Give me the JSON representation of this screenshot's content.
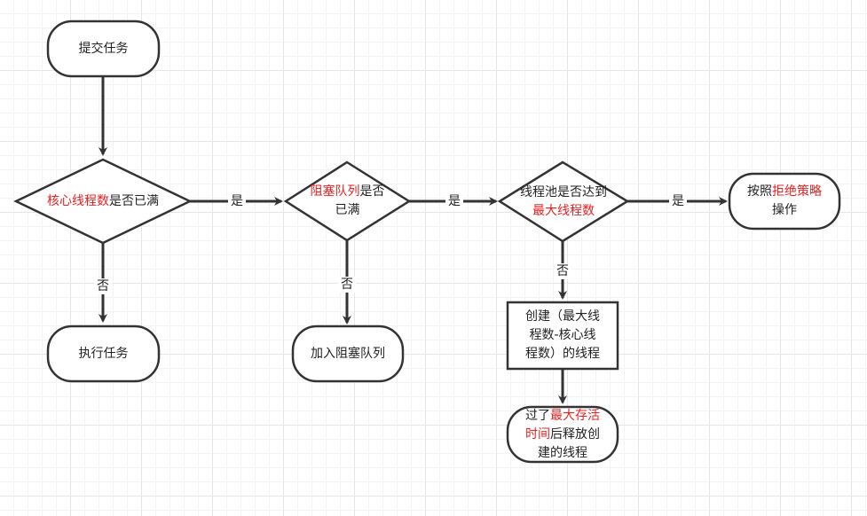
{
  "nodes": {
    "submit": {
      "text": "提交任务"
    },
    "core_check": {
      "hl": "核心线程数",
      "rest": "是否已满"
    },
    "execute": {
      "text": "执行任务"
    },
    "queue_check": {
      "hl": "阻塞队列",
      "rest1": "是否",
      "line2": "已满"
    },
    "enqueue": {
      "text": "加入阻塞队列"
    },
    "max_check": {
      "line1": "线程池是否达到",
      "hl": "最大线程数"
    },
    "create": {
      "line1": "创建（最大线",
      "line2": "程数-核心线",
      "line3": "程数）的线程"
    },
    "release": {
      "pre": "过了",
      "hl1": "最大存活",
      "hl2": "时间",
      "rest2": "后释放创",
      "line3": "建的线程"
    },
    "reject": {
      "pre": "按照",
      "hl": "拒绝策略",
      "line2": "操作"
    }
  },
  "edges": {
    "yes": "是",
    "no": "否"
  },
  "colors": {
    "stroke": "#333333",
    "highlight": "#e82020"
  }
}
